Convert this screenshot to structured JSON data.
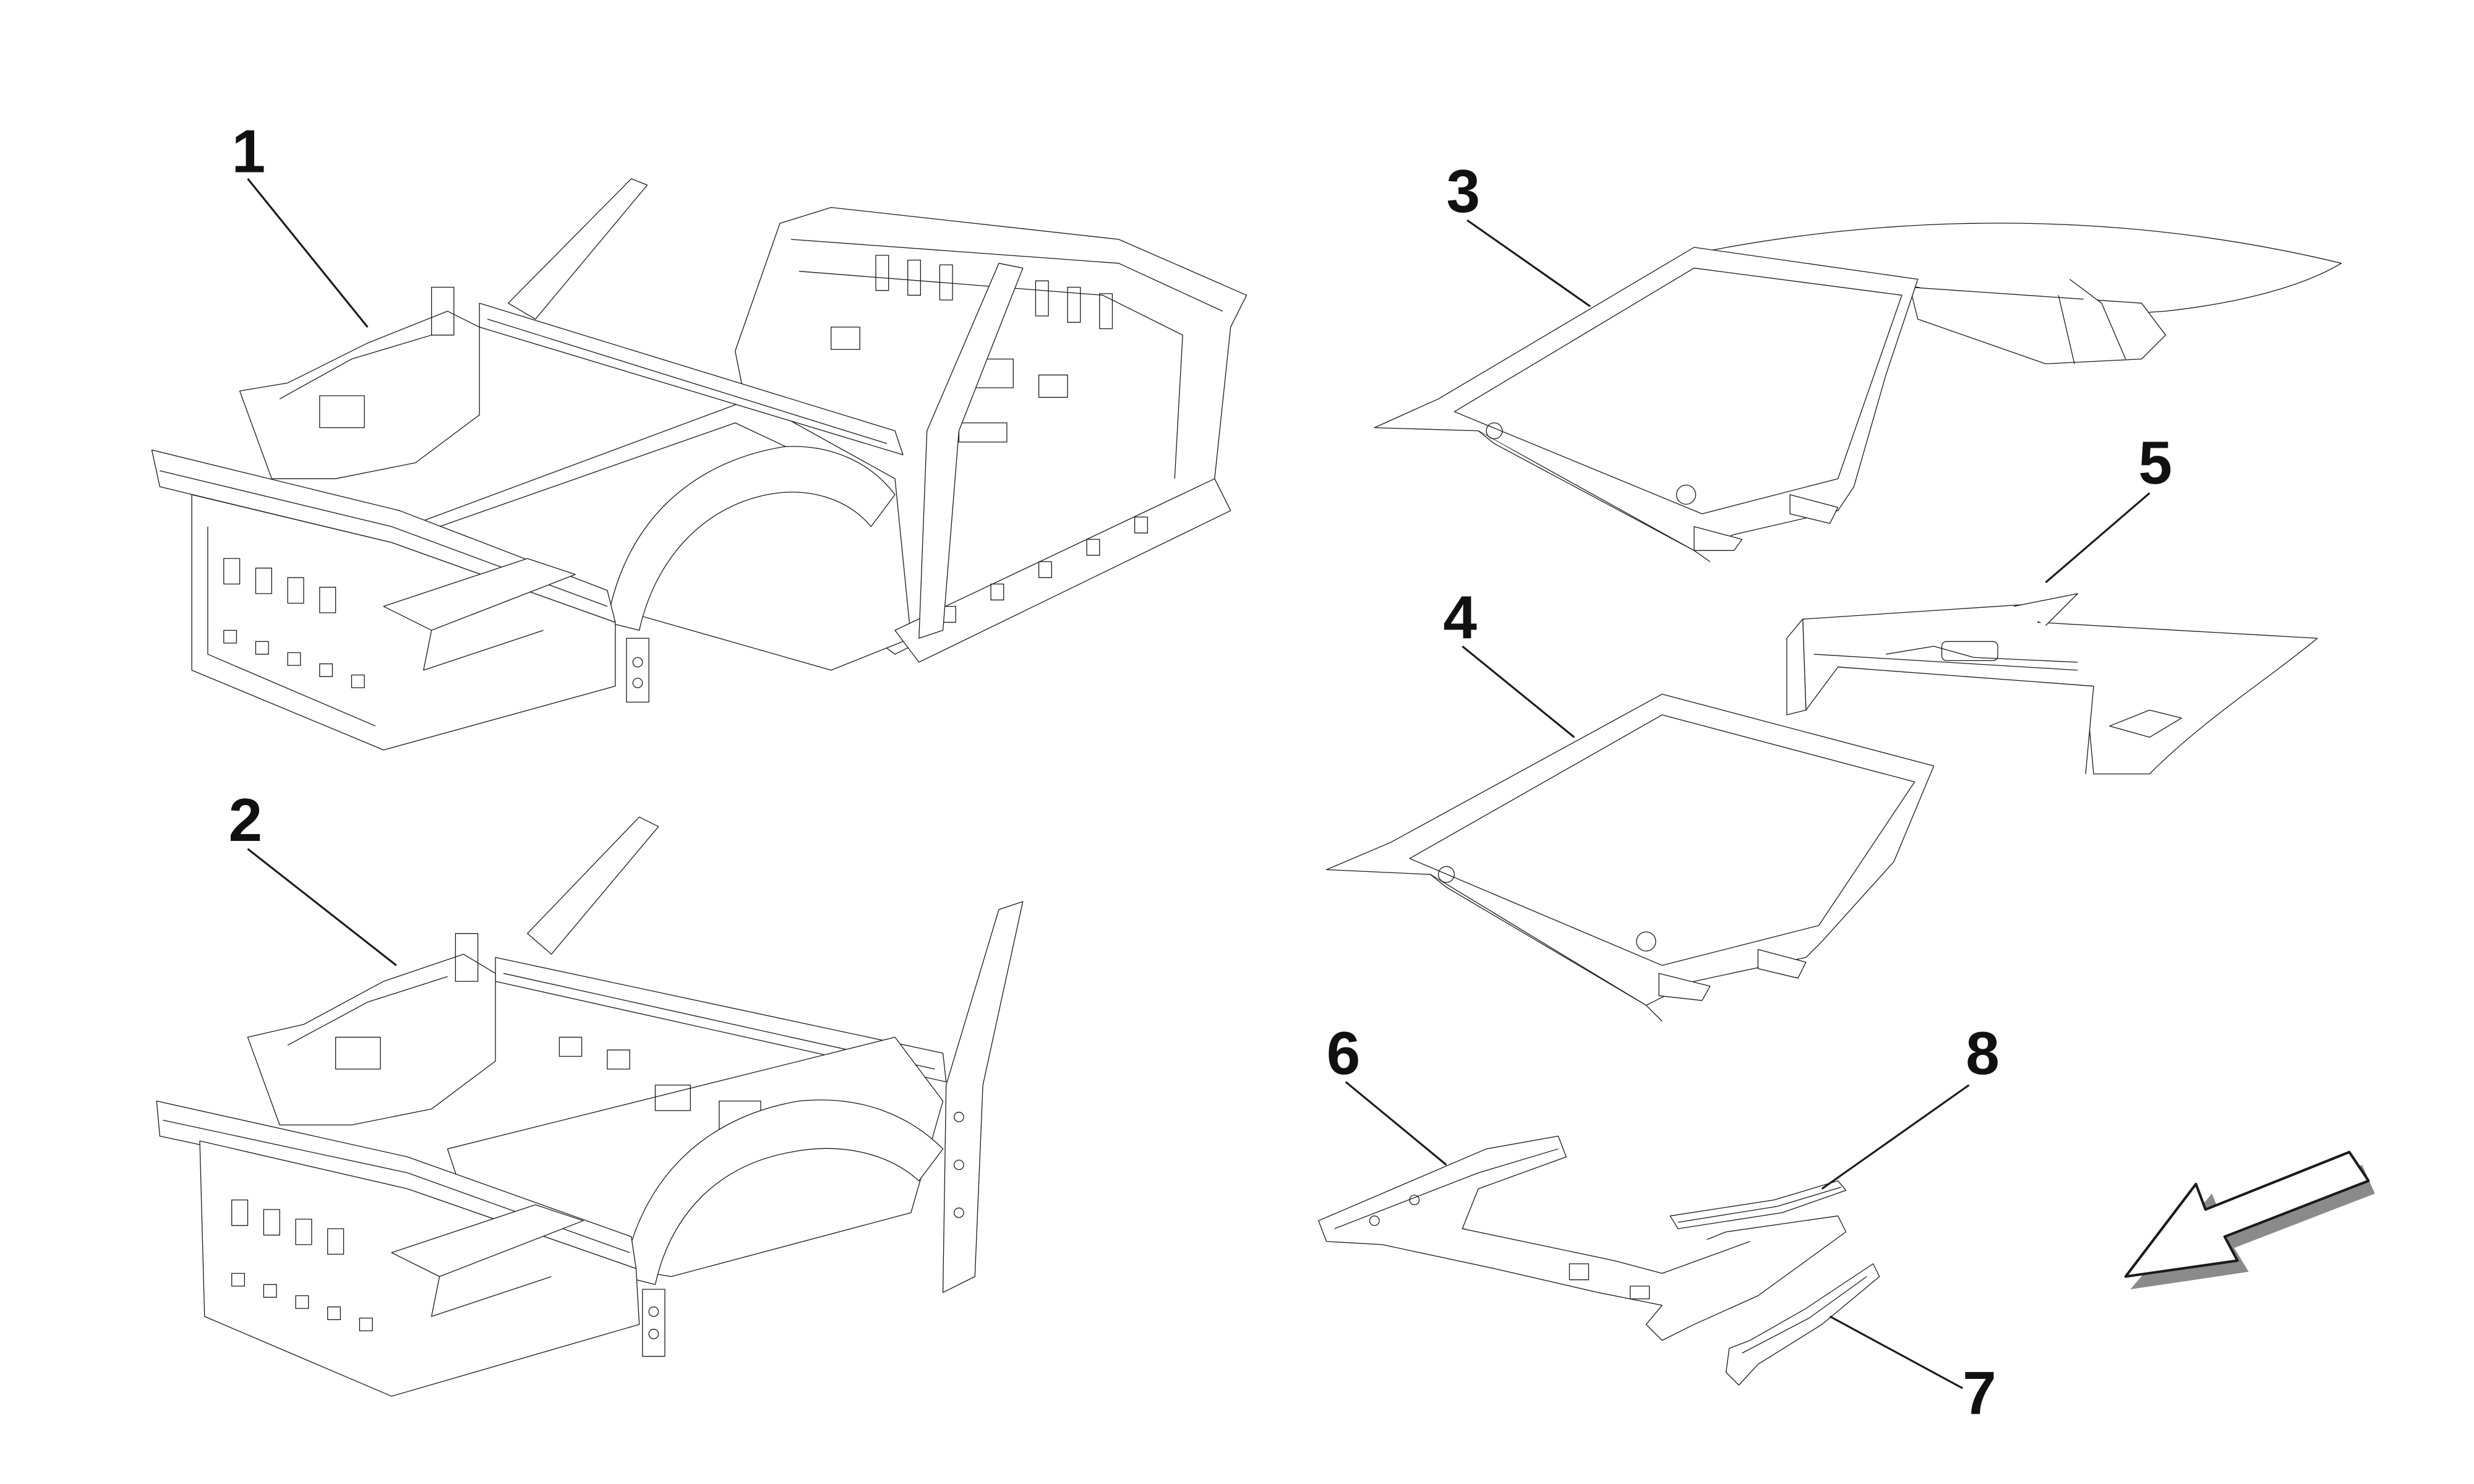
{
  "colors": {
    "background": "#ffffff",
    "ink": "#1a1a1a",
    "panel": "#ffffff",
    "arrow_shadow": "#8a8a8a"
  },
  "callouts": {
    "c1": "1",
    "c2": "2",
    "c3": "3",
    "c4": "4",
    "c5": "5",
    "c6": "6",
    "c7": "7",
    "c8": "8"
  },
  "icons": {
    "direction": "front-direction-arrow-icon"
  }
}
